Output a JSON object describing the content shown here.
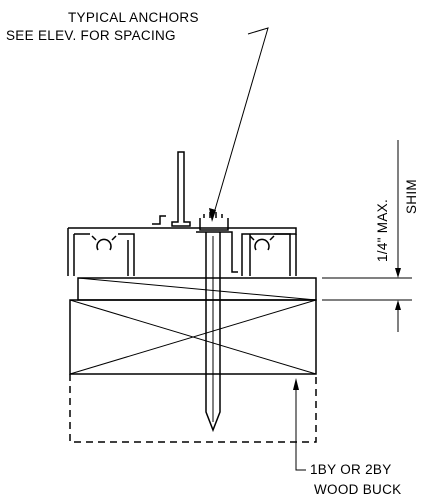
{
  "notes": {
    "anchors_line1": "TYPICAL ANCHORS",
    "anchors_line2": "SEE ELEV. FOR SPACING",
    "shim_dimension": "1/4\" MAX.",
    "shim_label": "SHIM",
    "buck_line1": "1BY OR 2BY",
    "buck_line2": "WOOD BUCK"
  },
  "colors": {
    "ink": "#000000",
    "paper": "#ffffff"
  }
}
